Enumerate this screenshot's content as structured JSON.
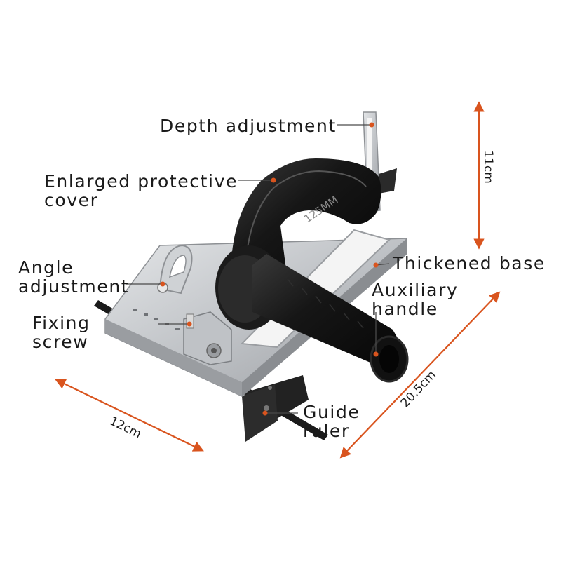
{
  "labels": {
    "depth_adjustment": "Depth adjustment",
    "protective_cover_line1": "Enlarged protective",
    "protective_cover_line2": "cover",
    "angle_line1": "Angle",
    "angle_line2": "adjustment",
    "fixing_line1": "Fixing",
    "fixing_line2": "screw",
    "thickened_base": "Thickened base",
    "auxiliary_line1": "Auxiliary",
    "auxiliary_line2": "handle",
    "guide_line1": "Guide",
    "guide_line2": "ruler"
  },
  "cover_marking": "125MM",
  "dimensions": {
    "height": "11cm",
    "width": "12cm",
    "length": "20.5cm"
  },
  "colors": {
    "accent": "#d9541e",
    "metal": "#c9ccd0",
    "plastic": "#161616",
    "text": "#1a1a1a"
  }
}
